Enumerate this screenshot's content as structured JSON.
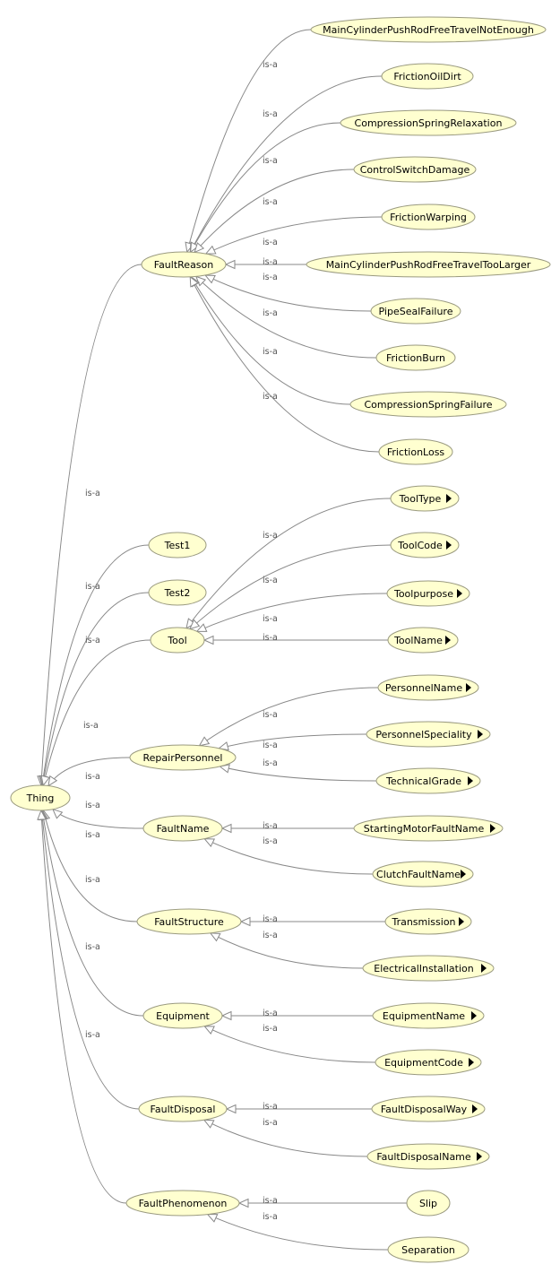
{
  "diagram": {
    "edge_label": "is-a",
    "colors": {
      "node_fill": "#ffffd0",
      "node_stroke": "#9a9a80",
      "edge": "#888888"
    },
    "nodes": {
      "thing": "Thing",
      "fault_reason": "FaultReason",
      "main_cyl_not_enough": "MainCylinderPushRodFreeTravelNotEnough",
      "friction_oil_dirt": "FrictionOilDirt",
      "comp_spring_relax": "CompressionSpringRelaxation",
      "control_switch_damage": "ControlSwitchDamage",
      "friction_warping": "FrictionWarping",
      "main_cyl_too_larger": "MainCylinderPushRodFreeTravelTooLarger",
      "pipe_seal_failure": "PipeSealFailure",
      "friction_burn": "FrictionBurn",
      "comp_spring_failure": "CompressionSpringFailure",
      "friction_loss": "FrictionLoss",
      "test1": "Test1",
      "test2": "Test2",
      "tool": "Tool",
      "tool_type": "ToolType",
      "tool_code": "ToolCode",
      "tool_purpose": "Toolpurpose",
      "tool_name": "ToolName",
      "repair_personnel": "RepairPersonnel",
      "personnel_name": "PersonnelName",
      "personnel_speciality": "PersonnelSpeciality",
      "technical_grade": "TechnicalGrade",
      "fault_name": "FaultName",
      "starting_motor_fault_name": "StartingMotorFaultName",
      "clutch_fault_name": "ClutchFaultName",
      "fault_structure": "FaultStructure",
      "transmission": "Transmission",
      "electrical_installation": "ElectricalInstallation",
      "equipment": "Equipment",
      "equipment_name": "EquipmentName",
      "equipment_code": "EquipmentCode",
      "fault_disposal": "FaultDisposal",
      "fault_disposal_way": "FaultDisposalWay",
      "fault_disposal_name": "FaultDisposalName",
      "fault_phenomenon": "FaultPhenomenon",
      "slip": "Slip",
      "separation": "Separation"
    }
  }
}
